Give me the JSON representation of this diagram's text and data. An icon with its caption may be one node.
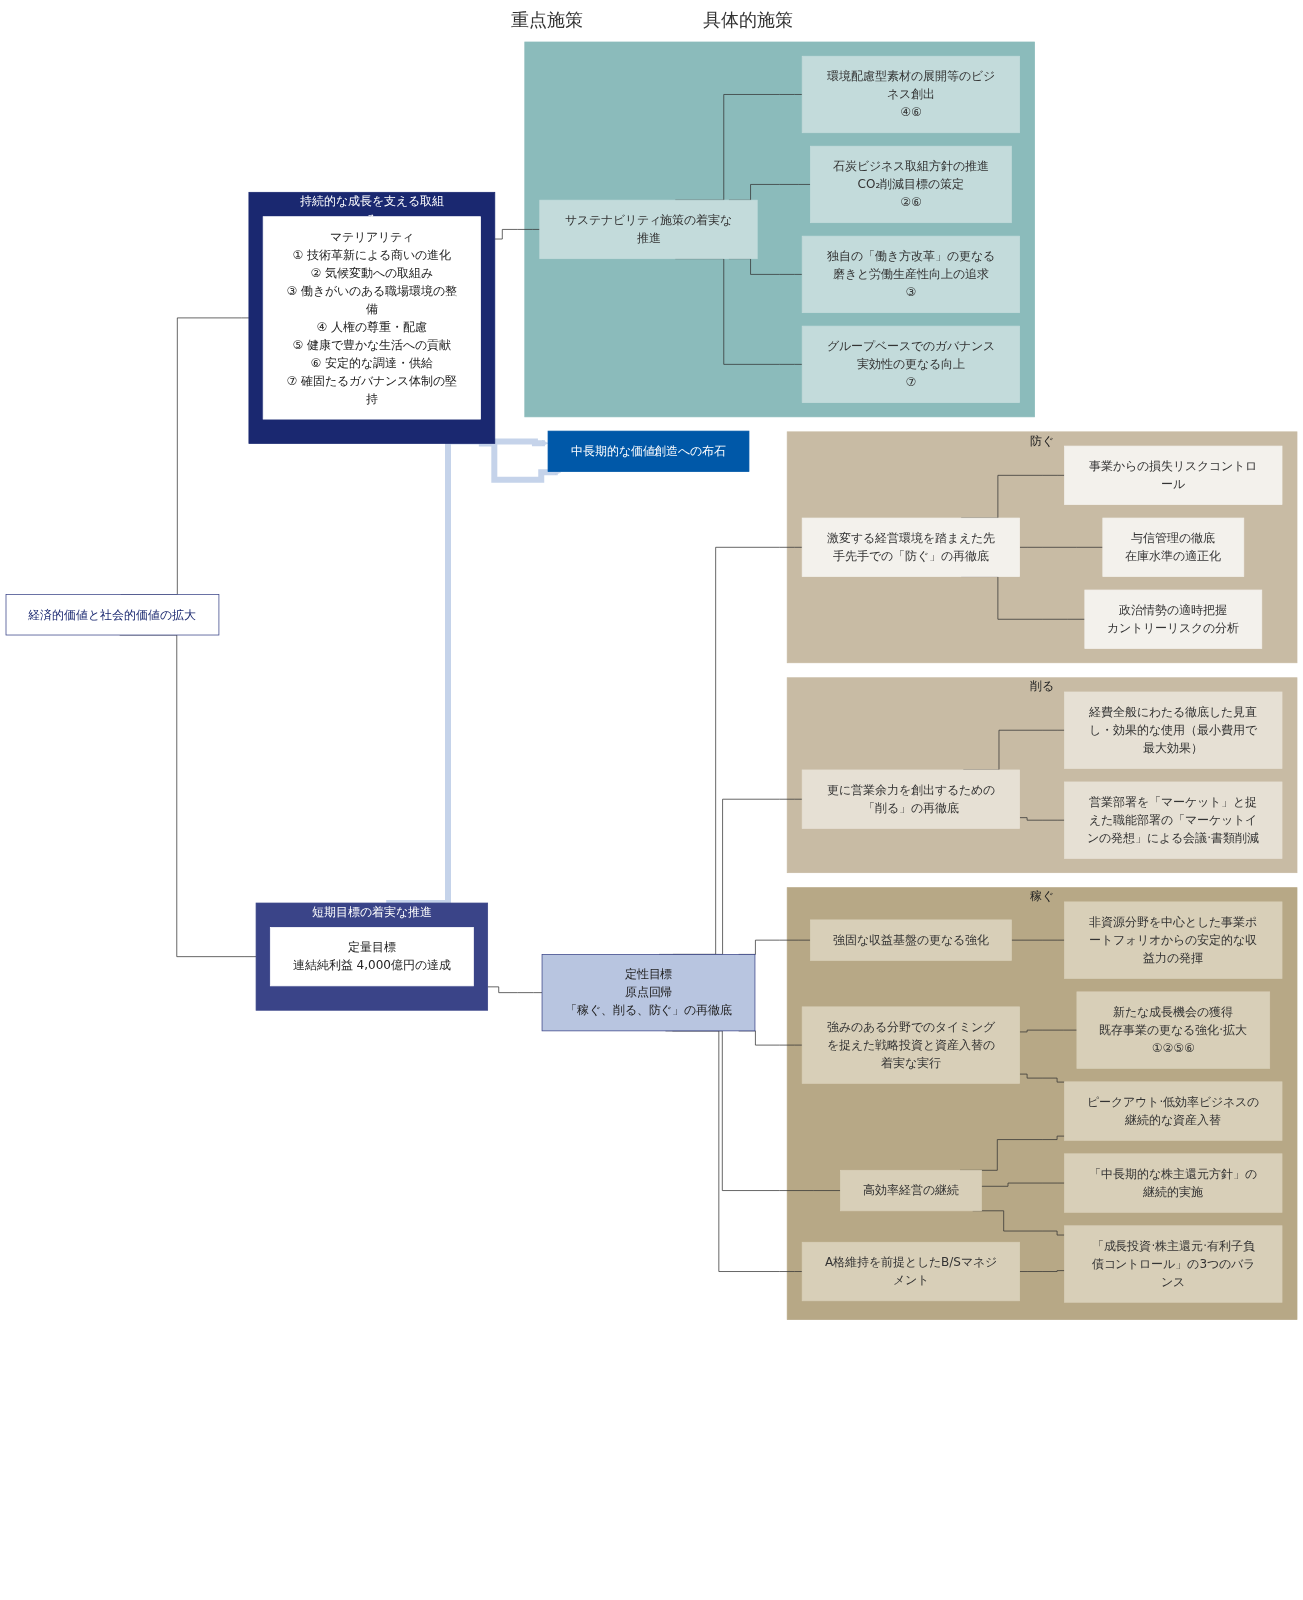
{
  "diagram": {
    "nodes": [
      {
        "text": [
          "経済的価値と社会的価値の拡大"
        ]
      },
      {
        "text": [
          "短期目標の着実な推進"
        ]
      },
      {
        "text": [
          "定量目標",
          "連結純利益 4,000億円の達成"
        ],
        "in": 1
      },
      {
        "text": [
          "中長期的な価値創造への布石"
        ]
      },
      {
        "text": [
          "持続的な成長を支える取組み"
        ]
      },
      {
        "text": [
          "マテリアリティ",
          "① 技術革新による商いの進化",
          "② 気候変動への取組み",
          "③ 働きがいのある職場環境の整備",
          "④ 人権の尊重・配慮",
          "⑤ 健康で豊かな生活への貢献",
          "⑥ 安定的な調達・供給",
          "⑦ 確固たるガバナンス体制の堅持"
        ],
        "in": 4
      },
      {
        "text": [
          "定性目標",
          "原点回帰",
          "「稼ぐ、削る、防ぐ」の再徹底"
        ]
      },
      {
        "text": [
          "稼ぐ"
        ]
      },
      {
        "text": [
          "強固な収益基盤の更なる強化"
        ],
        "in": 7
      },
      {
        "text": [
          "非資源分野を中心とした事業ポートフォリオからの安定的な収益力の発揮"
        ],
        "in": 7
      },
      {
        "text": [
          "強みのある分野でのタイミングを捉えた戦略投資と資産入替の着実な実行"
        ],
        "in": 7
      },
      {
        "text": [
          "新たな成長機会の獲得",
          "既存事業の更なる強化·拡大",
          "①②⑤⑥"
        ],
        "in": 7
      },
      {
        "text": [
          "ピークアウト·低効率ビジネスの継続的な資産入替"
        ],
        "in": 7
      },
      {
        "text": [
          "高効率経営の継続"
        ],
        "in": 7
      },
      {
        "text": [
          "「中長期的な株主還元方針」の継続的実施"
        ],
        "in": 7
      },
      {
        "text": [
          "A格維持を前提としたB/Sマネジメント"
        ],
        "in": 7
      },
      {
        "text": [
          "「成長投資·株主還元·有利子負債コントロール」の3つのバランス"
        ],
        "in": 7
      },
      {
        "text": [
          "削る"
        ]
      },
      {
        "text": [
          "更に営業余力を創出するための「削る」の再徹底"
        ],
        "in": 17
      },
      {
        "text": [
          "経費全般にわたる徹底した見直し・効果的な使用（最小費用で最大効果）"
        ],
        "in": 17
      },
      {
        "text": [
          "営業部署を「マーケット」と捉えた職能部署の「マーケットインの発想」による会議·書類削減"
        ],
        "in": 17
      },
      {
        "text": [
          "防ぐ"
        ]
      },
      {
        "text": [
          "事業からの損失リスクコントロール"
        ],
        "in": 21
      },
      {
        "text": [
          "激変する経営環境を踏まえた先手先手での「防ぐ」の再徹底"
        ],
        "in": 21
      },
      {
        "text": [
          "与信管理の徹底",
          "在庫水準の適正化"
        ],
        "in": 21
      },
      {
        "text": [
          "政治情勢の適時把握",
          "カントリーリスクの分析"
        ],
        "in": 21
      },
      {
        "text": [],
        "shape": "box"
      },
      {
        "text": [
          "サステナビリティ施策の着実な推進"
        ],
        "in": 26
      },
      {
        "text": [
          "環境配慮型素材の展開等のビジネス創出",
          "④⑥"
        ],
        "in": 26
      },
      {
        "text": [
          "石炭ビジネス取組方針の推進",
          "CO₂削減目標の策定",
          "②⑥"
        ],
        "in": 26
      },
      {
        "text": [
          "独自の「働き方改革」の更なる磨きと労働生産性向上の追求",
          "③"
        ],
        "in": 26
      },
      {
        "text": [
          "グループベースでのガバナンス実効性の更なる向上",
          "⑦"
        ],
        "in": 26
      }
    ],
    "edges": [
      {
        "from": 0,
        "to": 1,
        "arrow": "none"
      },
      {
        "from": 0,
        "to": 4,
        "arrow": "none"
      },
      {
        "from": 1,
        "to": 3,
        "arrow": "to",
        "style": "thick",
        "color": "#c5d3ea"
      },
      {
        "from": 4,
        "to": 3,
        "arrow": "to",
        "style": "thick",
        "color": "#c5d3ea"
      },
      {
        "from": 1,
        "to": 6,
        "arrow": "none"
      },
      {
        "from": 6,
        "to": 8,
        "arrow": "none"
      },
      {
        "from": 6,
        "to": 10,
        "arrow": "none"
      },
      {
        "from": 6,
        "to": 13,
        "arrow": "none"
      },
      {
        "from": 6,
        "to": 15,
        "arrow": "none"
      },
      {
        "from": 6,
        "to": 18,
        "arrow": "none"
      },
      {
        "from": 6,
        "to": 23,
        "arrow": "none"
      },
      {
        "from": 8,
        "to": 9,
        "arrow": "none"
      },
      {
        "from": 10,
        "to": 11,
        "arrow": "none"
      },
      {
        "from": 10,
        "to": 12,
        "arrow": "none"
      },
      {
        "from": 13,
        "to": 12,
        "arrow": "none"
      },
      {
        "from": 13,
        "to": 14,
        "arrow": "none"
      },
      {
        "from": 13,
        "to": 16,
        "arrow": "none"
      },
      {
        "from": 15,
        "to": 16,
        "arrow": "none"
      },
      {
        "from": 18,
        "to": 19,
        "arrow": "none"
      },
      {
        "from": 18,
        "to": 20,
        "arrow": "none"
      },
      {
        "from": 23,
        "to": 22,
        "arrow": "none"
      },
      {
        "from": 23,
        "to": 24,
        "arrow": "none"
      },
      {
        "from": 23,
        "to": 25,
        "arrow": "none"
      },
      {
        "from": 4,
        "to": 27,
        "arrow": "none"
      },
      {
        "from": 27,
        "to": 28,
        "arrow": "none"
      },
      {
        "from": 27,
        "to": 29,
        "arrow": "none"
      },
      {
        "from": 27,
        "to": 30,
        "arrow": "none"
      },
      {
        "from": 27,
        "to": 31,
        "arrow": "none"
      }
    ],
    "labels": [
      "重点施策",
      "具体的施策"
    ]
  }
}
